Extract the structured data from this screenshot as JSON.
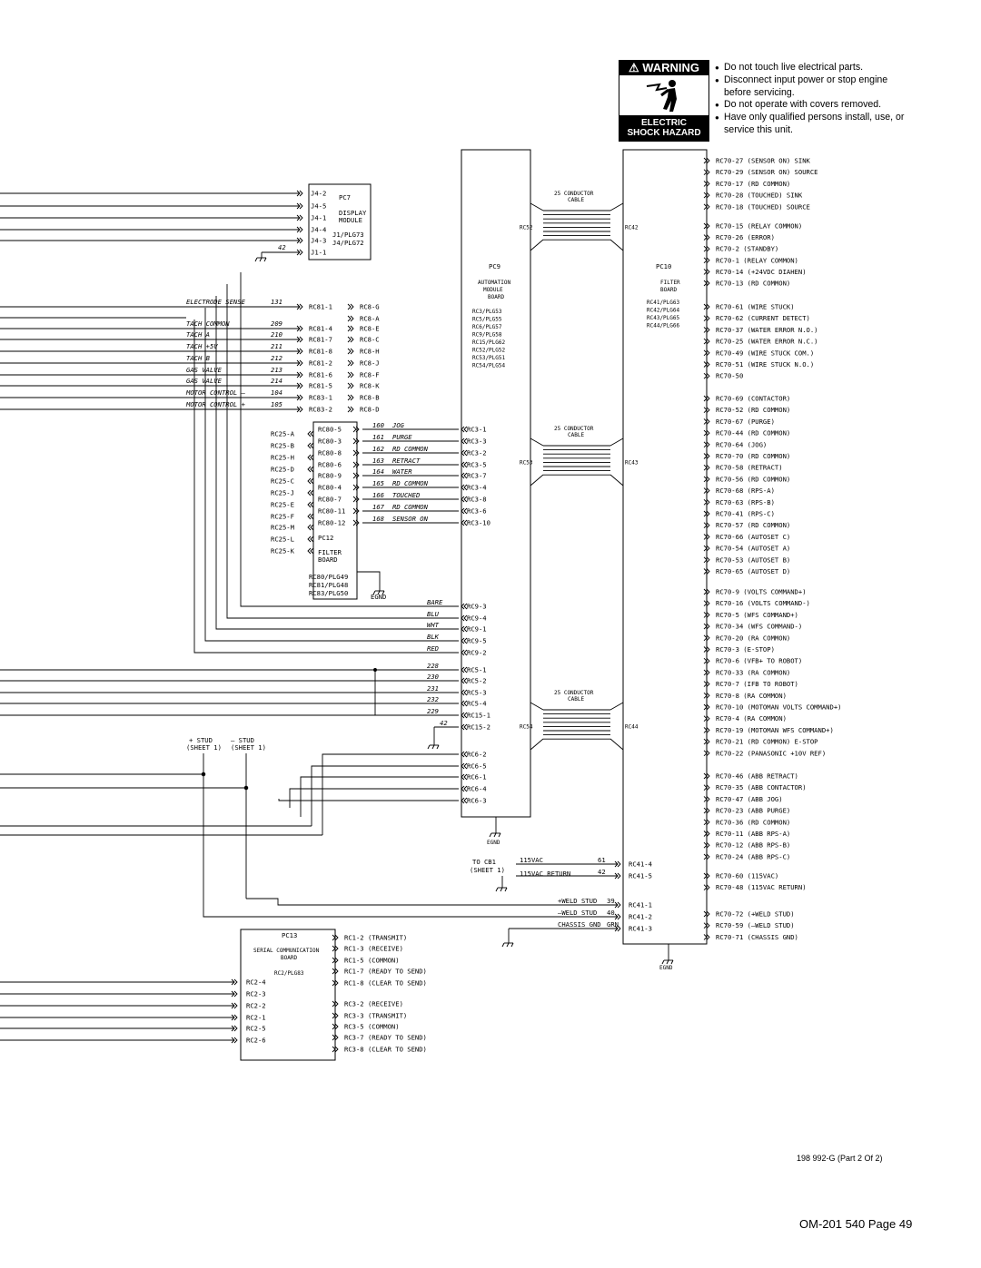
{
  "warning": {
    "title": "WARNING",
    "hazard_line1": "ELECTRIC",
    "hazard_line2": "SHOCK HAZARD",
    "items": [
      "Do not touch live electrical parts.",
      "Disconnect input power or stop engine before servicing.",
      "Do not operate with covers removed.",
      "Have only qualified persons install, use, or service this unit."
    ]
  },
  "pc7": {
    "title": "PC7",
    "subtitle1": "DISPLAY",
    "subtitle2": "MODULE",
    "plugs1": "J1/PLG73",
    "plugs2": "J4/PLG72",
    "pins": [
      "J4-2",
      "J4-5",
      "J4-1",
      "J4-4",
      "J4-3",
      "J1-1"
    ],
    "wire": "42"
  },
  "rc81": {
    "labels": [
      "ELECTRODE  SENSE",
      "TACH COMMON",
      "TACH A",
      "TACH +5V",
      "TACH B",
      "GAS VALVE",
      "GAS VALVE",
      "MOTOR CONTROL  –",
      "MOTOR CONTROL  +"
    ],
    "wires": [
      "131",
      "209",
      "210",
      "211",
      "212",
      "213",
      "214",
      "104",
      "105"
    ],
    "pins": [
      "RC81-1",
      "RC81-4",
      "RC81-7",
      "RC81-8",
      "RC81-2",
      "RC81-6",
      "RC81-5",
      "RC83-1",
      "RC83-2"
    ],
    "rc8": [
      "RC8-G",
      "RC8-A",
      "RC8-E",
      "RC8-C",
      "RC8-H",
      "RC8-J",
      "RC8-F",
      "RC8-K",
      "RC8-B",
      "RC8-D"
    ]
  },
  "pc12": {
    "title": "PC12",
    "subtitle1": "FILTER",
    "subtitle2": "BOARD",
    "plugs": [
      "RC80/PLG49",
      "RC81/PLG48",
      "RC83/PLG50"
    ],
    "gnd": "EGND",
    "rc25": [
      "RC25-A",
      "RC25-B",
      "RC25-H",
      "RC25-D",
      "RC25-C",
      "RC25-J",
      "RC25-E",
      "RC25-F",
      "RC25-M",
      "RC25-L",
      "RC25-K"
    ],
    "rc80": [
      "RC80-5",
      "RC80-3",
      "RC80-8",
      "RC80-6",
      "RC80-9",
      "RC80-4",
      "RC80-7",
      "RC80-11",
      "RC80-12"
    ]
  },
  "rc3": {
    "wires": [
      "160",
      "161",
      "162",
      "163",
      "164",
      "165",
      "166",
      "167",
      "168"
    ],
    "labels": [
      "JOG",
      "PURGE",
      "RD COMMON",
      "RETRACT",
      "WATER",
      "RD COMMON",
      "TOUCHED",
      "RD COMMON",
      "SENSOR ON"
    ],
    "pins": [
      "RC3-1",
      "RC3-3",
      "RC3-2",
      "RC3-5",
      "RC3-7",
      "RC3-4",
      "RC3-8",
      "RC3-6",
      "RC3-10"
    ]
  },
  "rc9": {
    "labels": [
      "BARE",
      "BLU",
      "WHT",
      "BLK",
      "RED"
    ],
    "pins": [
      "RC9-3",
      "RC9-4",
      "RC9-1",
      "RC9-5",
      "RC9-2"
    ]
  },
  "rc5": {
    "wires": [
      "228",
      "230",
      "231",
      "232",
      "229"
    ],
    "pins": [
      "RC5-1",
      "RC5-2",
      "RC5-3",
      "RC5-4",
      "RC15-1"
    ],
    "wire42": "42",
    "pin42": "RC15-2"
  },
  "studs": {
    "plus": "+ STUD",
    "plus2": "(SHEET 1)",
    "minus": "–  STUD",
    "minus2": "(SHEET 1)"
  },
  "rc6": [
    "RC6-2",
    "RC6-5",
    "RC6-1",
    "RC6-4",
    "RC6-3"
  ],
  "pc9": {
    "title": "PC9",
    "sub1": "AUTOMATION",
    "sub2": "MODULE",
    "sub3": "BOARD",
    "plugs": [
      "RC3/PLG53",
      "RC5/PLG55",
      "RC6/PLG57",
      "RC9/PLG58",
      "RC15/PLG62",
      "RC52/PLG52",
      "RC53/PLG51",
      "RC54/PLG54"
    ],
    "gnd": "EGND",
    "rc_left": [
      "RC52",
      "RC53",
      "RC54"
    ]
  },
  "cable": {
    "line1": "25 CONDUCTOR",
    "line2": "CABLE"
  },
  "pc10": {
    "title": "PC10",
    "sub1": "FILTER",
    "sub2": "BOARD",
    "plugs": [
      "RC41/PLG63",
      "RC42/PLG64",
      "RC43/PLG65",
      "RC44/PLG66"
    ],
    "rc_right": [
      "RC42",
      "RC43",
      "RC44"
    ],
    "gnd": "EGND"
  },
  "rc70": [
    "RC70-27  (SENSOR ON) SINK",
    "RC70-29  (SENSOR ON) SOURCE",
    "RC70-17  (RD COMMON)",
    "RC70-28  (TOUCHED) SINK",
    "RC70-18  (TOUCHED) SOURCE",
    "RC70-15  (RELAY COMMON)",
    "RC70-26  (ERROR)",
    "RC70-2  (STANDBY)",
    "RC70-1  (RELAY COMMON)",
    "RC70-14  (+24VDC DIAHEN)",
    "RC70-13  (RD COMMON)",
    "RC70-61  (WIRE STUCK)",
    "RC70-62  (CURRENT DETECT)",
    "RC70-37  (WATER ERROR N.O.)",
    "RC70-25  (WATER ERROR N.C.)",
    "RC70-49  (WIRE STUCK COM.)",
    "RC70-51  (WIRE STUCK N.O.)",
    "RC70-50",
    "RC70-69  (CONTACTOR)",
    "RC70-52  (RD COMMON)",
    "RC70-67  (PURGE)",
    "RC70-44  (RD COMMON)",
    "RC70-64  (JOG)",
    "RC70-70  (RD COMMON)",
    "RC70-58  (RETRACT)",
    "RC70-56  (RD COMMON)",
    "RC70-68  (RPS-A)",
    "RC70-63  (RPS-B)",
    "RC70-41  (RPS-C)",
    "RC70-57  (RD COMMON)",
    "RC70-66  (AUTOSET C)",
    "RC70-54  (AUTOSET A)",
    "RC70-53  (AUTOSET B)",
    "RC70-65  (AUTOSET D)",
    "RC70-9  (VOLTS COMMAND+)",
    "RC70-16  (VOLTS COMMAND-)",
    "RC70-5  (WFS COMMAND+)",
    "RC70-34  (WFS COMMAND-)",
    "RC70-20  (RA COMMON)",
    "RC70-3  (E-STOP)",
    "RC70-6  (VFB+ TO ROBOT)",
    "RC70-33  (RA COMMON)",
    "RC70-7  (IFB TO ROBOT)",
    "RC70-8  (RA COMMON)",
    "RC70-10  (MOTOMAN VOLTS COMMAND+)",
    "RC70-4  (RA COMMON)",
    "RC70-19  (MOTOMAN WFS COMMAND+)",
    "RC70-21  (RD COMMON) E-STOP",
    "RC70-22  (PANASONIC +10V REF)",
    "RC70-46  (ABB RETRACT)",
    "RC70-35  (ABB CONTACTOR)",
    "RC70-47  (ABB JOG)",
    "RC70-23  (ABB PURGE)",
    "RC70-36  (RD COMMON)",
    "RC70-11  (ABB RPS-A)",
    "RC70-12  (ABB RPS-B)",
    "RC70-24  (ABB RPS-C)",
    "RC70-60  (115VAC)",
    "RC70-48  (115VAC RETURN)",
    "RC70-72  (+WELD STUD)",
    "RC70-59  (–WELD STUD)",
    "RC70-71  (CHASSIS GND)"
  ],
  "rc41": {
    "to_cb1": "TO CB1",
    "sheet": "(SHEET 1)",
    "labels": [
      "115VAC",
      "115VAC RETURN"
    ],
    "wires": [
      "61",
      "42"
    ],
    "pins": [
      "RC41-4",
      "RC41-5"
    ],
    "stud_labels": [
      "+WELD STUD",
      "–WELD STUD",
      "CHASSIS GND"
    ],
    "stud_wires": [
      "39",
      "40",
      "GRN"
    ],
    "stud_pins": [
      "RC41-1",
      "RC41-2",
      "RC41-3"
    ]
  },
  "pc13": {
    "title": "PC13",
    "sub1": "SERIAL COMMUNICATION",
    "sub2": "BOARD",
    "plug": "RC2/PLG83",
    "rc2": [
      "RC2-4",
      "RC2-3",
      "RC2-2",
      "RC2-1",
      "RC2-5",
      "RC2-6"
    ],
    "rc_right": [
      "RC1-2  (TRANSMIT)",
      "RC1-3  (RECEIVE)",
      "RC1-5  (COMMON)",
      "RC1-7  (READY TO SEND)",
      "RC1-8  (CLEAR TO SEND)",
      "RC3-2  (RECEIVE)",
      "RC3-3  (TRANSMIT)",
      "RC3-5  (COMMON)",
      "RC3-7  (READY TO SEND)",
      "RC3-8  (CLEAR TO SEND)"
    ]
  },
  "footer": {
    "drawing_id": "198 992-G (Part 2 Of 2)",
    "page": "OM-201 540 Page 49"
  }
}
